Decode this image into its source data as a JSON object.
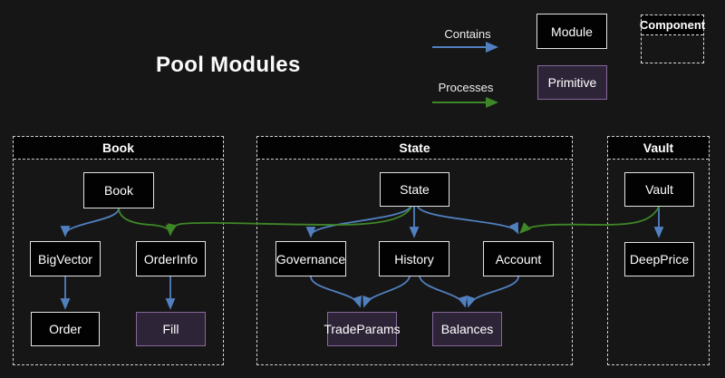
{
  "title": "Pool Modules",
  "legend": {
    "contains_label": "Contains",
    "processes_label": "Processes",
    "module_label": "Module",
    "primitive_label": "Primitive",
    "component_label": "Component"
  },
  "colors": {
    "background": "#161616",
    "module_fill": "#020202",
    "module_border": "#e3e3e3",
    "primitive_fill": "#2e2438",
    "primitive_border": "#86689c",
    "subgraph_border": "#cfcfcf",
    "contains_arrow_blue": "#5180c0",
    "processes_arrow_green": "#3e8727",
    "text": "#ffffff"
  },
  "subgraphs": [
    {
      "title": "Book"
    },
    {
      "title": "State"
    },
    {
      "title": "Vault"
    }
  ],
  "nodes": {
    "book": {
      "label": "Book",
      "type": "module"
    },
    "bigvector": {
      "label": "BigVector",
      "type": "module"
    },
    "orderinfo": {
      "label": "OrderInfo",
      "type": "module"
    },
    "order": {
      "label": "Order",
      "type": "module"
    },
    "fill": {
      "label": "Fill",
      "type": "primitive"
    },
    "state": {
      "label": "State",
      "type": "module"
    },
    "governance": {
      "label": "Governance",
      "type": "module"
    },
    "history": {
      "label": "History",
      "type": "module"
    },
    "account": {
      "label": "Account",
      "type": "module"
    },
    "tradeparams": {
      "label": "TradeParams",
      "type": "primitive"
    },
    "balances": {
      "label": "Balances",
      "type": "primitive"
    },
    "vault": {
      "label": "Vault",
      "type": "module"
    },
    "deepprice": {
      "label": "DeepPrice",
      "type": "module"
    }
  },
  "edges": [
    {
      "from": "Book",
      "to": "BigVector",
      "relation": "Contains"
    },
    {
      "from": "Book",
      "to": "OrderInfo",
      "relation": "Processes"
    },
    {
      "from": "BigVector",
      "to": "Order",
      "relation": "Contains"
    },
    {
      "from": "OrderInfo",
      "to": "Fill",
      "relation": "Contains"
    },
    {
      "from": "State",
      "to": "Governance",
      "relation": "Contains"
    },
    {
      "from": "State",
      "to": "History",
      "relation": "Contains"
    },
    {
      "from": "State",
      "to": "Account",
      "relation": "Contains"
    },
    {
      "from": "State",
      "to": "OrderInfo",
      "relation": "Processes"
    },
    {
      "from": "Governance",
      "to": "TradeParams",
      "relation": "Contains"
    },
    {
      "from": "History",
      "to": "TradeParams",
      "relation": "Contains"
    },
    {
      "from": "History",
      "to": "Balances",
      "relation": "Contains"
    },
    {
      "from": "Account",
      "to": "Balances",
      "relation": "Contains"
    },
    {
      "from": "Vault",
      "to": "DeepPrice",
      "relation": "Contains"
    },
    {
      "from": "Vault",
      "to": "Account",
      "relation": "Processes"
    }
  ]
}
